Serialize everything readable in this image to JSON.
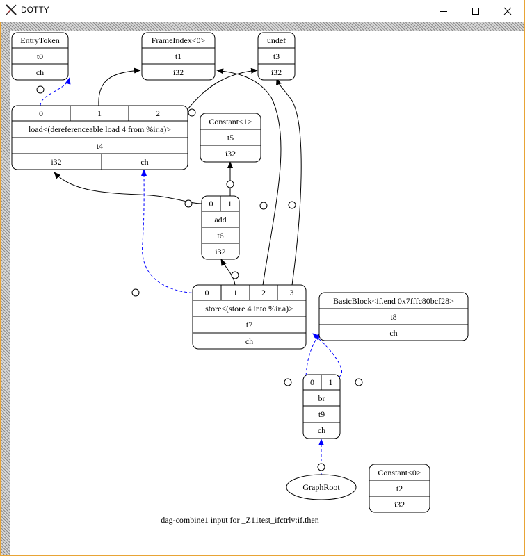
{
  "window": {
    "title": "DOTTY",
    "buttons": [
      "minimize",
      "maximize",
      "close"
    ]
  },
  "graph": {
    "caption": "dag-combine1 input for _Z11test_ifctrlv:if.then",
    "nodes": {
      "entrytoken": {
        "label": "EntryToken",
        "id": "t0",
        "type": "ch"
      },
      "frameindex": {
        "label": "FrameIndex<0>",
        "id": "t1",
        "type": "i32"
      },
      "undef": {
        "label": "undef",
        "id": "t3",
        "type": "i32"
      },
      "load": {
        "ports": [
          "0",
          "1",
          "2"
        ],
        "label": "load<(dereferenceable load 4 from %ir.a)>",
        "id": "t4",
        "types": [
          "i32",
          "ch"
        ]
      },
      "constant1": {
        "label": "Constant<1>",
        "id": "t5",
        "type": "i32"
      },
      "add": {
        "ports": [
          "0",
          "1"
        ],
        "label": "add",
        "id": "t6",
        "type": "i32"
      },
      "store": {
        "ports": [
          "0",
          "1",
          "2",
          "3"
        ],
        "label": "store<(store 4 into %ir.a)>",
        "id": "t7",
        "type": "ch"
      },
      "basicblock": {
        "label": "BasicBlock<if.end 0x7fffc80bcf28>",
        "id": "t8",
        "type": "ch"
      },
      "br": {
        "ports": [
          "0",
          "1"
        ],
        "label": "br",
        "id": "t9",
        "type": "ch"
      },
      "graphroot": {
        "label": "GraphRoot"
      },
      "constant0": {
        "label": "Constant<0>",
        "id": "t2",
        "type": "i32"
      }
    },
    "colors": {
      "data_edge": "#000000",
      "chain_edge": "#0000ff"
    }
  }
}
